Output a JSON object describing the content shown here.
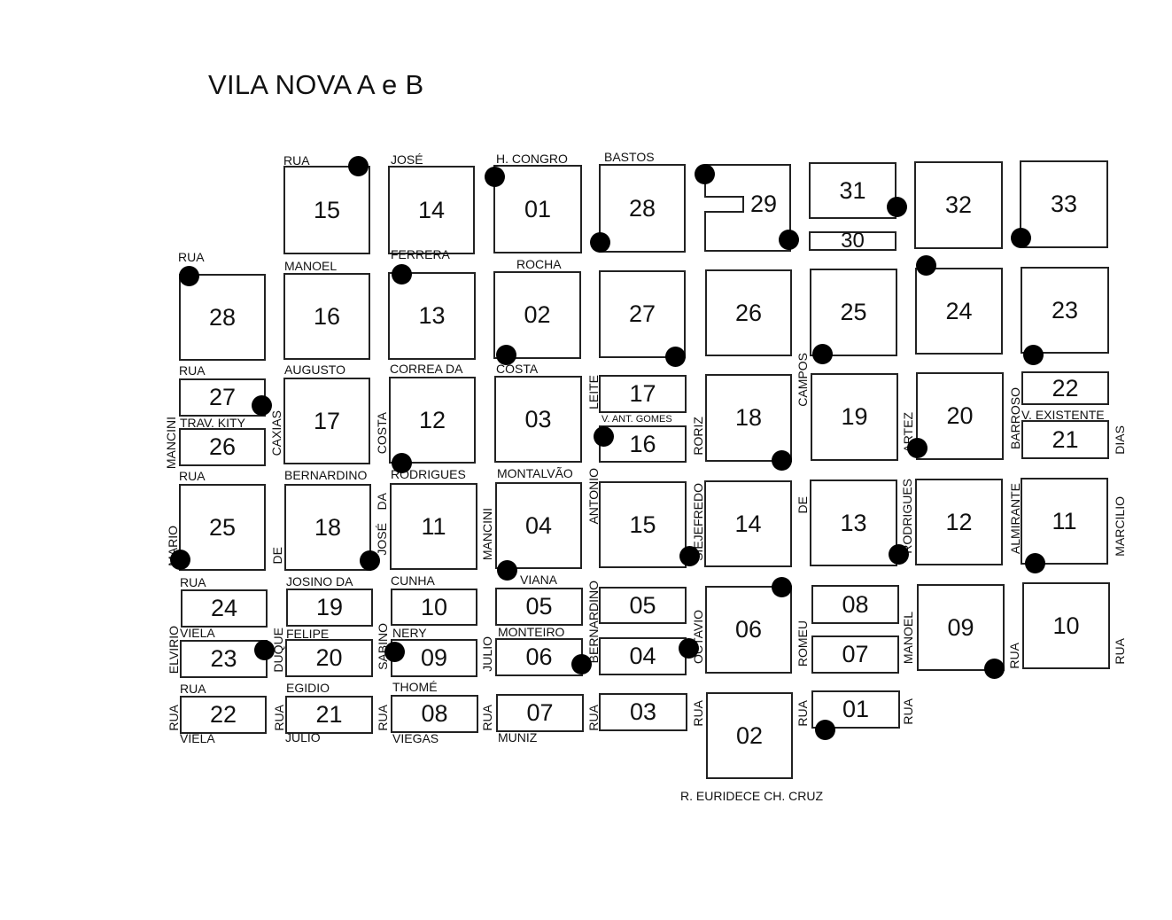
{
  "title": "VILA NOVA A e B",
  "blocks": [
    "15",
    "14",
    "01",
    "28",
    "29",
    "31",
    "30",
    "32",
    "33",
    "28",
    "16",
    "13",
    "02",
    "27",
    "26",
    "25",
    "24",
    "23",
    "27",
    "26",
    "17",
    "12",
    "03",
    "17",
    "16",
    "18",
    "19",
    "20",
    "22",
    "21",
    "25",
    "18",
    "11",
    "04",
    "15",
    "14",
    "13",
    "12",
    "11",
    "24",
    "19",
    "10",
    "05",
    "05",
    "06",
    "08",
    "07",
    "09",
    "10",
    "23",
    "20",
    "09",
    "06",
    "04",
    "22",
    "21",
    "08",
    "07",
    "03",
    "02",
    "01"
  ],
  "streets": [
    "RUA",
    "JOSÉ",
    "H. CONGRO",
    "BASTOS",
    "RUA",
    "MANOEL",
    "FERRERA",
    "ROCHA",
    "RUA",
    "AUGUSTO",
    "CORREA DA",
    "COSTA",
    "TRAV. KITY",
    "V. ANT. GOMES",
    "V. EXISTENTE",
    "RUA",
    "BERNARDINO",
    "RODRIGUES",
    "MONTALVÃO",
    "RUA",
    "JOSINO  DA",
    "CUNHA",
    "VIANA",
    "VIELA",
    "FELIPE",
    "NERY",
    "MONTEIRO",
    "RUA",
    "EGIDIO",
    "THOMÉ",
    "VIELA",
    "JULIO",
    "VIEGAS",
    "MUNIZ",
    "R. EURIDECE CH. CRUZ",
    "MANCINI",
    "CAXIAS",
    "COSTA",
    "LEITE",
    "ANTONIO",
    "RORIZ",
    "CAMPOS",
    "ARTEZ",
    "BARROSO",
    "DIAS",
    "MARIO",
    "DE",
    "JOSÉ",
    "DA",
    "MANCINI",
    "SIEJEFREDO",
    "DE",
    "RODRIGUES",
    "ALMIRANTE",
    "MARCILIO",
    "ELVIRIO",
    "DUQUE",
    "SABINO",
    "JULIO",
    "BERNARDINO",
    "OCTAVIO",
    "ROMEU",
    "MANOEL",
    "RUA",
    "RUA",
    "RUA",
    "RUA",
    "RUA",
    "RUA",
    "RUA",
    "RUA",
    "RUA",
    "RUA"
  ],
  "marker_count": 32,
  "colors": {
    "ink": "#111111",
    "marker": "#000000"
  }
}
